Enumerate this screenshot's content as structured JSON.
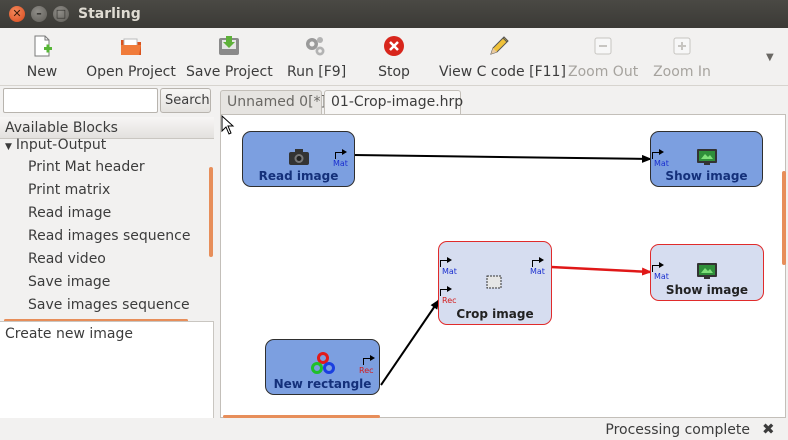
{
  "window": {
    "title": "Starling"
  },
  "toolbar": {
    "new": "New",
    "open": "Open Project",
    "save": "Save Project",
    "run": "Run [F9]",
    "stop": "Stop",
    "view_c": "View C code [F11]",
    "zoom_out": "Zoom Out",
    "zoom_in": "Zoom In"
  },
  "search": {
    "value": "",
    "placeholder": "",
    "button": "Search"
  },
  "blocks": {
    "header": "Available Blocks",
    "group": "Input-Output",
    "items": [
      "Print Mat header",
      "Print matrix",
      "Read image",
      "Read images sequence",
      "Read video",
      "Save image",
      "Save images sequence"
    ]
  },
  "description": "Create new image",
  "tabs": [
    {
      "label": "Unnamed 0[*]",
      "active": false
    },
    {
      "label": "01-Crop-image.hrp",
      "active": true
    }
  ],
  "diagram": {
    "blocks": {
      "read_image": {
        "label": "Read image",
        "out_port": "Mat",
        "icon": "camera-icon"
      },
      "show_image_1": {
        "label": "Show image",
        "in_port": "Mat",
        "icon": "monitor-icon"
      },
      "crop_image": {
        "label": "Crop image",
        "in_ports": [
          "Mat",
          "Rec"
        ],
        "out_port": "Mat",
        "icon": "crop-icon"
      },
      "show_image_2": {
        "label": "Show image",
        "in_port": "Mat",
        "icon": "monitor-icon"
      },
      "new_rectangle": {
        "label": "New rectangle",
        "out_port": "Rec",
        "icon": "rgb-circles-icon"
      }
    }
  },
  "status": {
    "text": "Processing complete"
  },
  "colors": {
    "accent_orange": "#e78e5a",
    "block_blue": "#7c9fe0",
    "block_light": "#d6ddf0",
    "selection_red": "#e02b2b",
    "mat_port": "#1a2fcf",
    "rec_port": "#d41c1c"
  }
}
